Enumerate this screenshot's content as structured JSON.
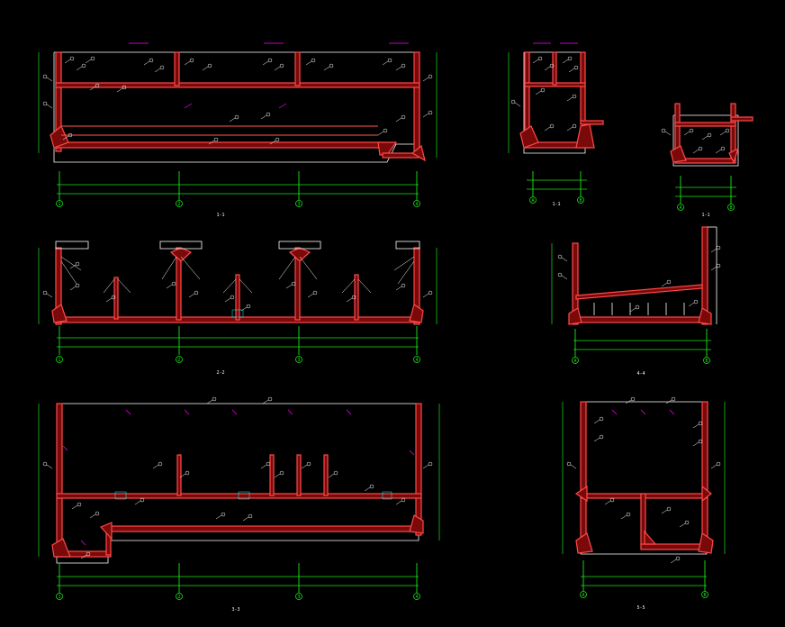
{
  "colors": {
    "background": "#000000",
    "wall_fill": "#7a0a0a",
    "wall_edge": "#ff4a4a",
    "dimension": "#19e619",
    "rebar": "#ffffff",
    "leader": "#ff00ff"
  },
  "views": [
    {
      "id": "section-1-1",
      "title": "1-1",
      "axes": [
        "1",
        "2",
        "3",
        "4"
      ]
    },
    {
      "id": "section-1-1-small",
      "title": "1-1",
      "axes": [
        "A",
        "B"
      ]
    },
    {
      "id": "section-detail",
      "title": "1-1",
      "axes": [
        "A",
        "B"
      ]
    },
    {
      "id": "section-2-2",
      "title": "2-2",
      "axes": [
        "1",
        "2",
        "3",
        "4"
      ]
    },
    {
      "id": "section-4-4",
      "title": "4-4",
      "axes": [
        "A",
        "B"
      ]
    },
    {
      "id": "section-3-3",
      "title": "3-3",
      "axes": [
        "1",
        "2",
        "3",
        "4"
      ]
    },
    {
      "id": "section-5-5",
      "title": "5-5",
      "axes": [
        "A",
        "B"
      ]
    }
  ]
}
